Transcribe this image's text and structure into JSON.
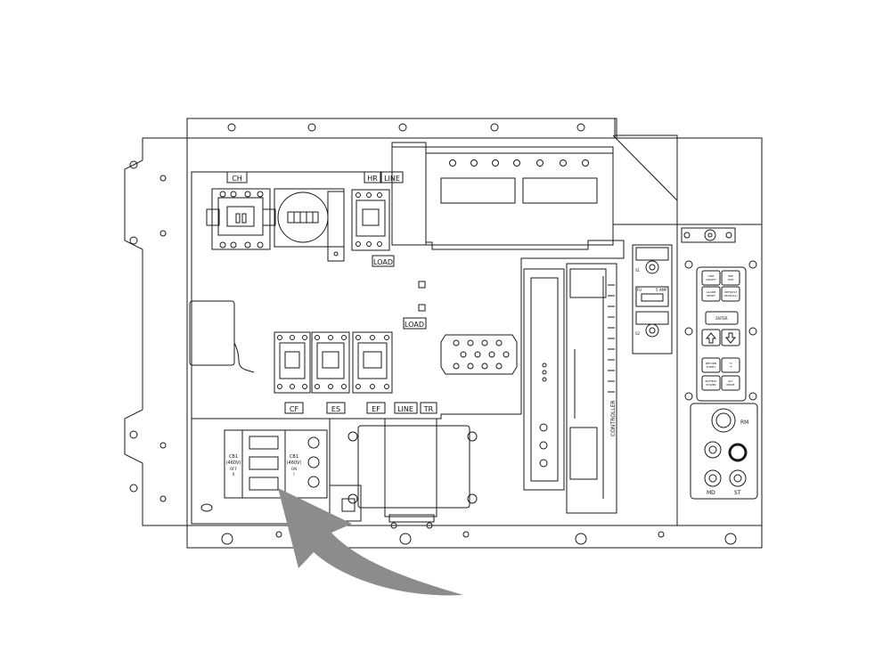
{
  "diagram": {
    "labels": {
      "ch": "CH",
      "hr": "HR",
      "line_top": "LINE",
      "load_top": "LOAD",
      "load_mid": "LOAD",
      "cf": "CF",
      "es": "ES",
      "ef": "EF",
      "line_bottom": "LINE",
      "tr": "TR",
      "controller": "CONTROLLER",
      "fuse_amp": "5 AMP",
      "fu": "FU",
      "rm": "RM",
      "md": "MD",
      "st": "ST",
      "s1": "S1",
      "s2": "S2"
    },
    "breaker": {
      "left_name": "CB1",
      "left_volt": "(460V)",
      "left_state": "OFF",
      "left_pos": "0",
      "right_name": "CB1",
      "right_volt": "(460V)",
      "right_state": "ON",
      "right_pos": "I"
    },
    "keypad": [
      [
        "UNIT ON/OFF",
        "PRE TRIP"
      ],
      [
        "ALARM RESET",
        "DEFROST (MANUAL)"
      ],
      [
        "ENTER",
        ""
      ],
      [
        "RETURN SUPPLY",
        "°C °F"
      ],
      [
        "BATTERY POWER",
        "ALT. MODE"
      ]
    ],
    "colors": {
      "line": "#1a1a1a",
      "arrow": "#8c8c8c",
      "paper": "#ffffff"
    }
  }
}
